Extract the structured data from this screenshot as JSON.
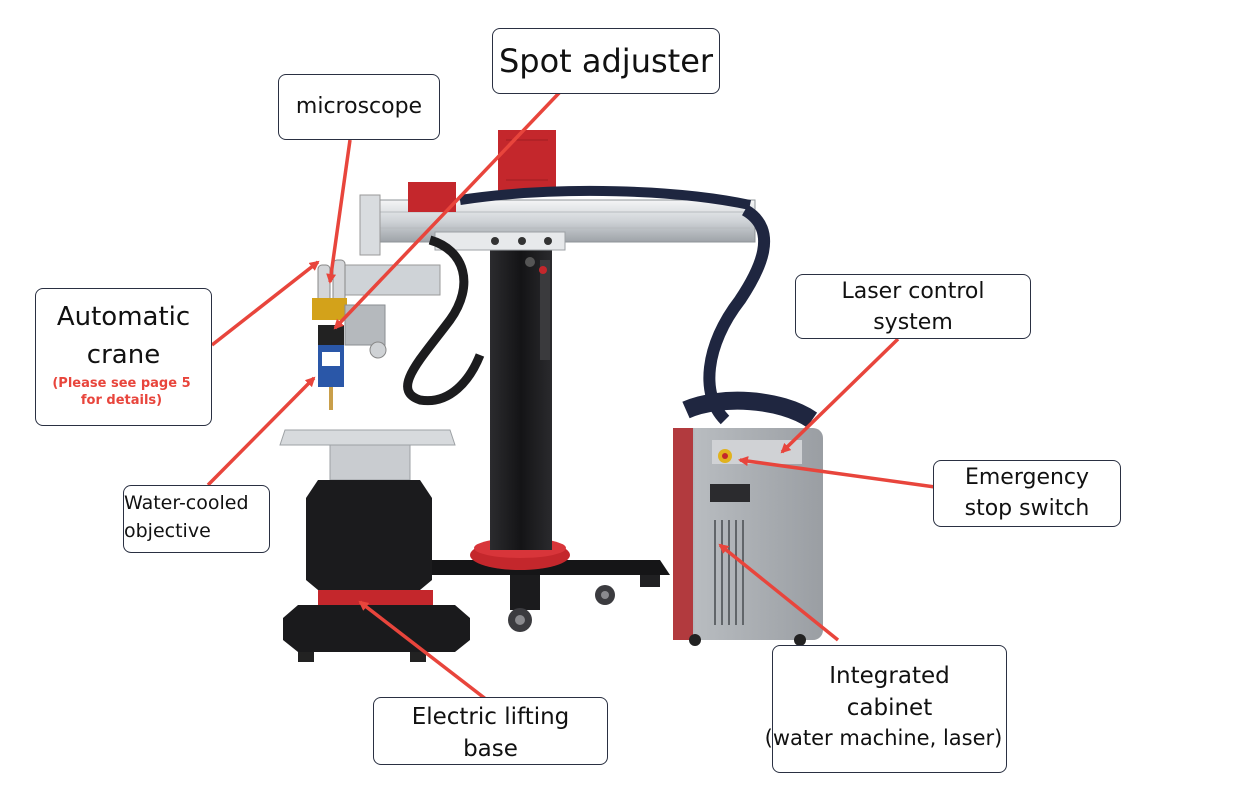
{
  "colors": {
    "arrow": "#e8453c",
    "box_border": "#2a3042",
    "machine_red": "#c4272c",
    "machine_black": "#1d1d1f",
    "rail_silver": "#d9dcdf",
    "cabinet_grey": "#9da1a6"
  },
  "labels": {
    "spot_adjuster": "Spot adjuster",
    "microscope": "microscope",
    "automatic_crane": "Automatic crane",
    "automatic_crane_note": "(Please see page 5 for details)",
    "water_cooled_objective": "Water-cooled objective",
    "laser_control_system": "Laser control system",
    "emergency_stop_switch": "Emergency stop switch",
    "electric_lifting_base": "Electric lifting base",
    "integrated_cabinet": "Integrated cabinet",
    "integrated_cabinet_detail": "(water machine, laser)"
  }
}
